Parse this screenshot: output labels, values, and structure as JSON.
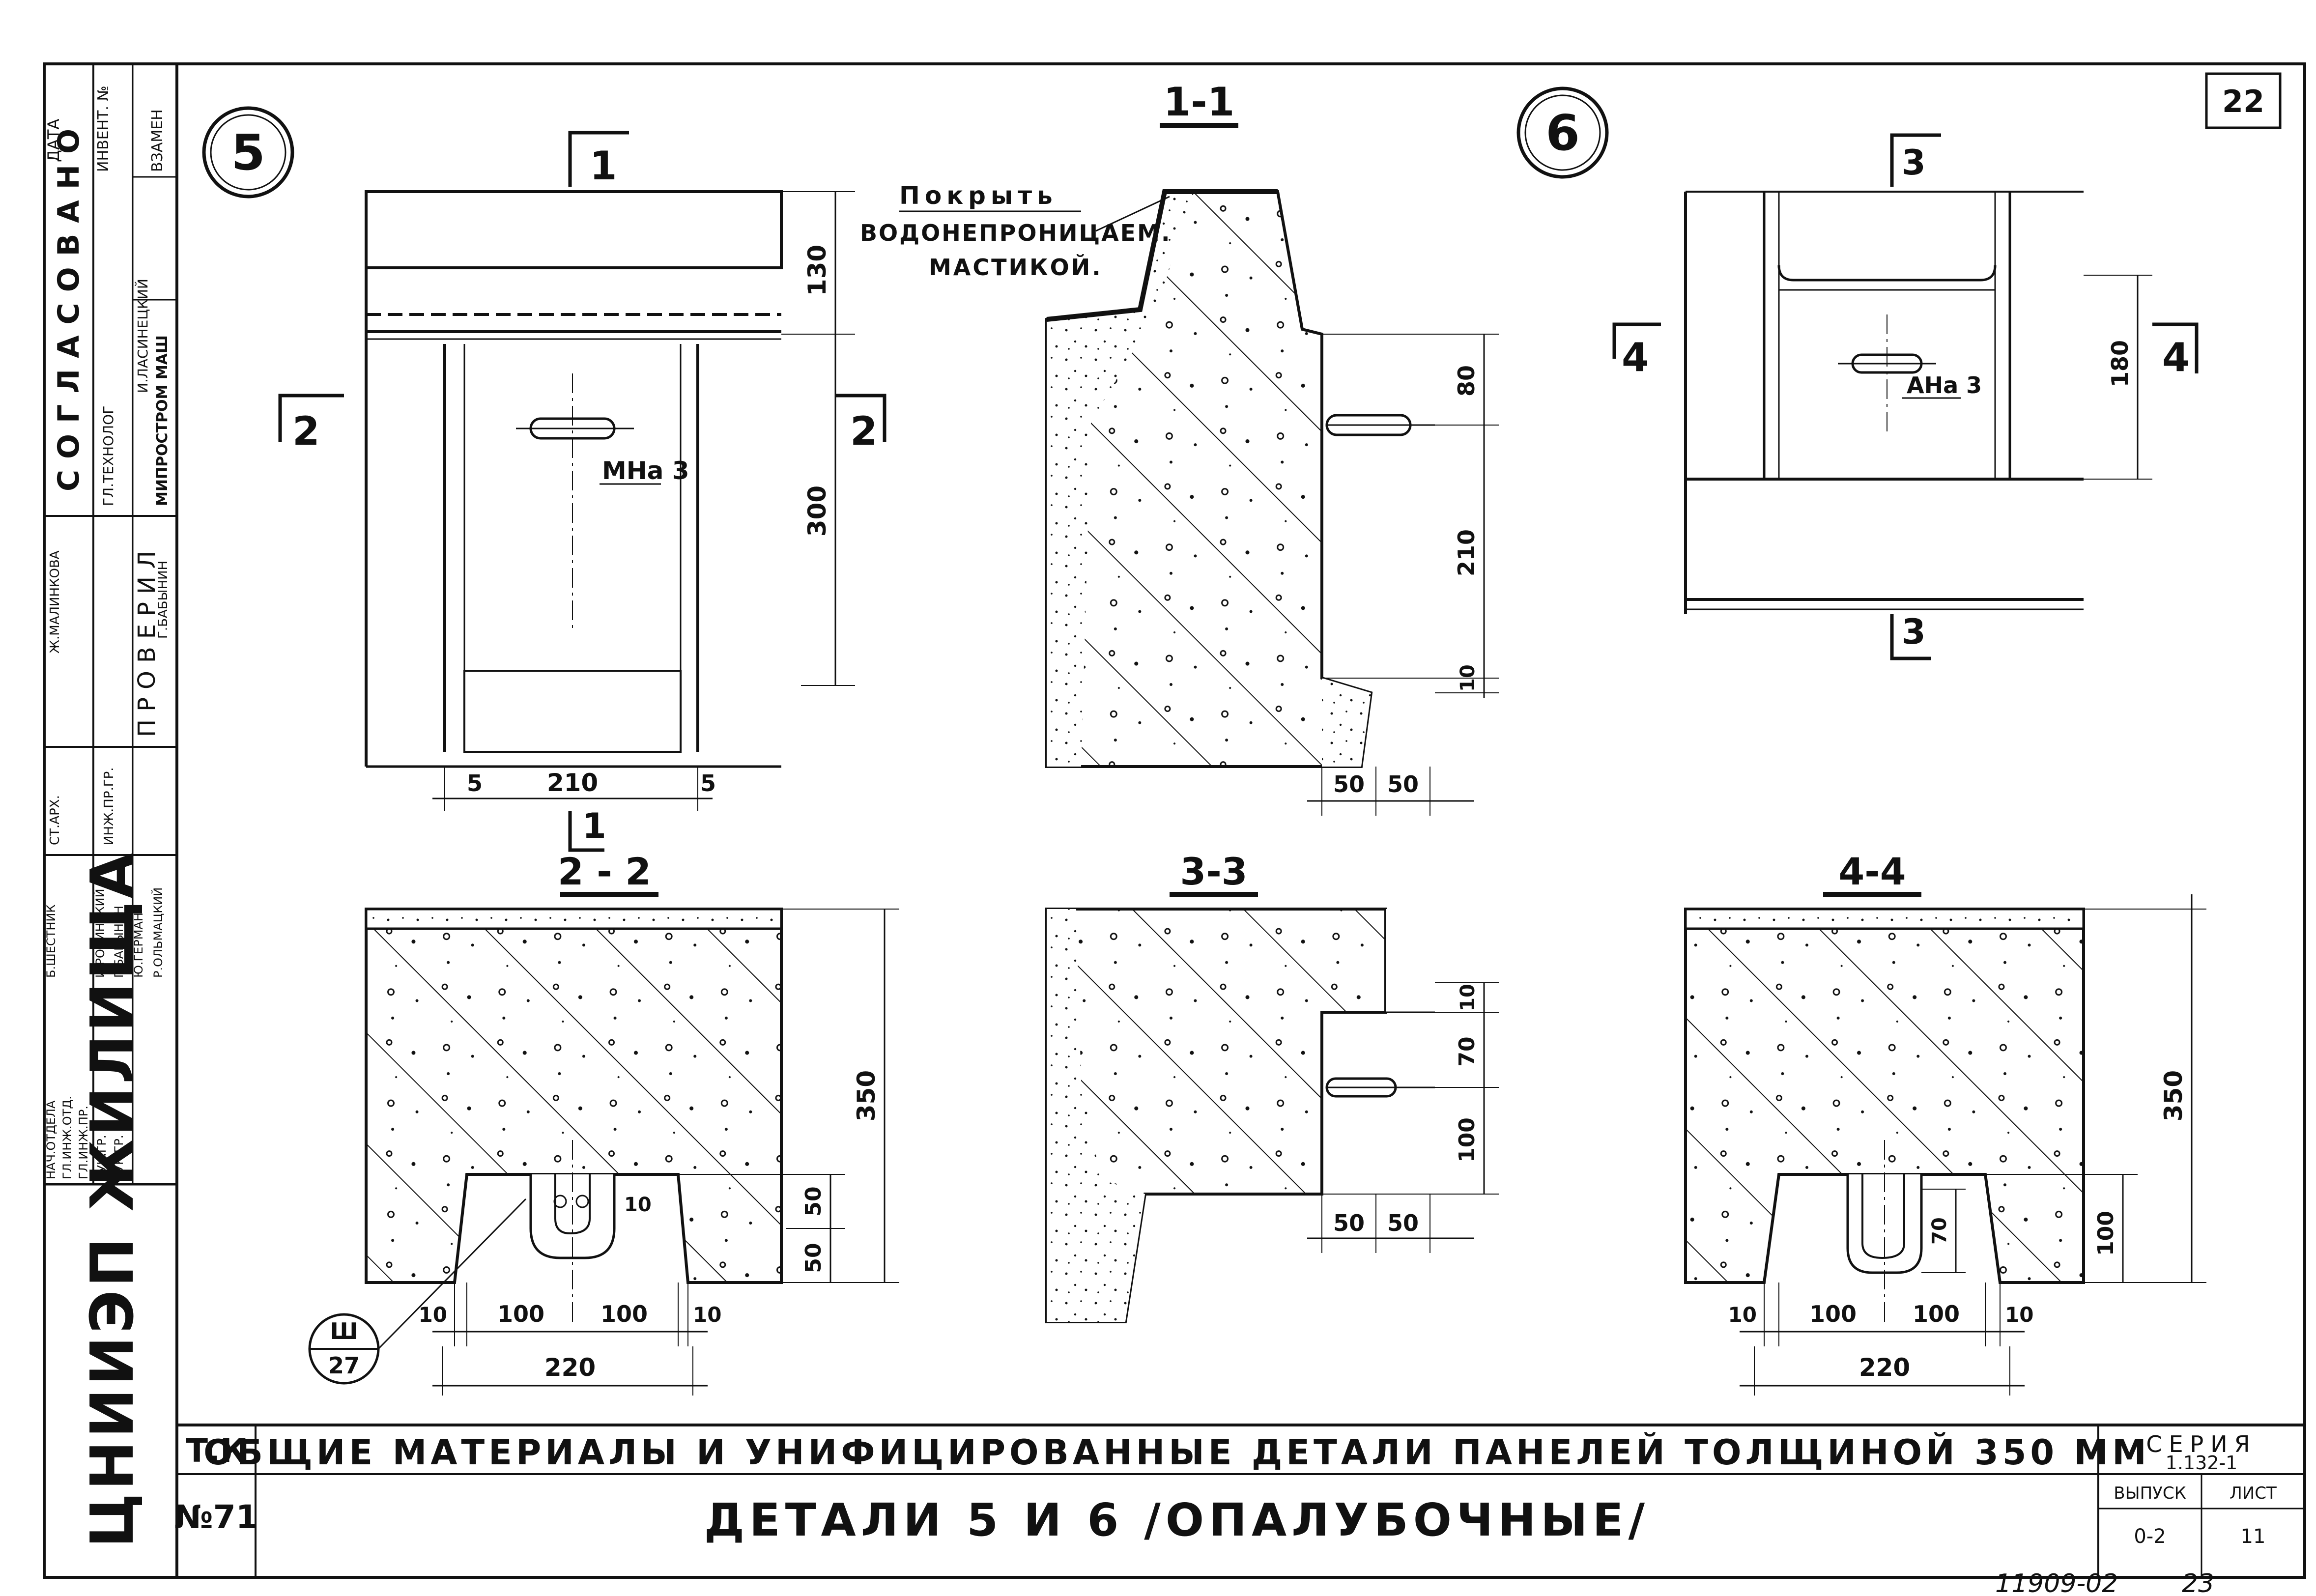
{
  "sheet": {
    "page_number": "22",
    "bottom_number": "11909-02",
    "bottom_page": "23"
  },
  "detail_markers": {
    "d5": "5",
    "d6": "6"
  },
  "section_titles": {
    "s11": "1-1",
    "s22": "2 - 2",
    "s33": "3-3",
    "s44": "4-4"
  },
  "cut_labels": {
    "c1": "1",
    "c2": "2",
    "c3": "3",
    "c4": "4"
  },
  "annotation": {
    "line1": "Покрыть",
    "line2": "ВОДОНЕПРОНИЦАЕМ.",
    "line3": "МАСТИКОЙ."
  },
  "anchors": {
    "d5": "МНа 3",
    "d6": "АНа 3"
  },
  "callout": {
    "top": "Ш",
    "bottom": "27"
  },
  "dims": {
    "d5": {
      "top": "130",
      "main": "300",
      "w_left": "5",
      "w_mid": "210",
      "w_right": "5"
    },
    "s11": {
      "v1": "80",
      "v2": "210",
      "v3": "10",
      "h1": "50",
      "h2": "50"
    },
    "d6": {
      "v": "180"
    },
    "s22": {
      "h": "350",
      "v50a": "50",
      "v50b": "50",
      "v10": "10",
      "b1": "10",
      "b2": "100",
      "b3": "100",
      "b4": "10",
      "total": "220"
    },
    "s33": {
      "v1": "10",
      "v2": "70",
      "v3": "100",
      "h1": "50",
      "h2": "50"
    },
    "s44": {
      "h": "350",
      "v100": "100",
      "v70": "70",
      "b1": "10",
      "b2": "100",
      "b3": "100",
      "b4": "10",
      "total": "220"
    }
  },
  "left_stamp": {
    "org": "ЦНИИЭП ЖИЛИЩА",
    "agreed": "СОГЛАСОВАНО",
    "checked": "ПРОВЕРИЛ",
    "col_headers": [
      "ДАТА",
      "ИНВЕНТ. №",
      "ВЗАМЕН"
    ],
    "agree_org": [
      "ГЛ.ТЕХНОЛОГ",
      "И.ЛАСИНЕЦКИЙ",
      "МИПРОСТРОМ МАШ"
    ],
    "checkers": [
      "ИНЖ.ПР.ГР.",
      "Г.БАБЫНИН"
    ],
    "roles": [
      "НАЧ.ОТДЕЛА",
      "ГЛ.ИНЖ.ОТД.",
      "ГЛ.ИНЖ.ПР.",
      "РУК.ГР.",
      "РУК.ГР."
    ],
    "names": [
      "Б.ШЕСТНИК",
      "И.РОСИНСКИЙ",
      "Г.БАБЫНИН",
      "Ю.ГЕРМАН",
      "Р.ОЛЬМАЦКИЙ"
    ],
    "extra": [
      "СТ.АРХ.",
      "Ж.МАЛИНКОВА"
    ]
  },
  "title_block": {
    "tk_label": "Т.К",
    "tk_number": "№71",
    "general_title": "ОБЩИЕ МАТЕРИАЛЫ И УНИФИЦИРОВАННЫЕ ДЕТАЛИ ПАНЕЛЕЙ ТОЛЩИНОЙ 350 ММ",
    "sheet_title": "ДЕТАЛИ 5 И 6 /ОПАЛУБОЧНЫЕ/",
    "series_label": "СЕРИЯ",
    "series_value": "1.132-1",
    "issue_label": "ВЫПУСК",
    "issue_value": "0-2",
    "list_label": "ЛИСТ",
    "list_value": "11"
  }
}
